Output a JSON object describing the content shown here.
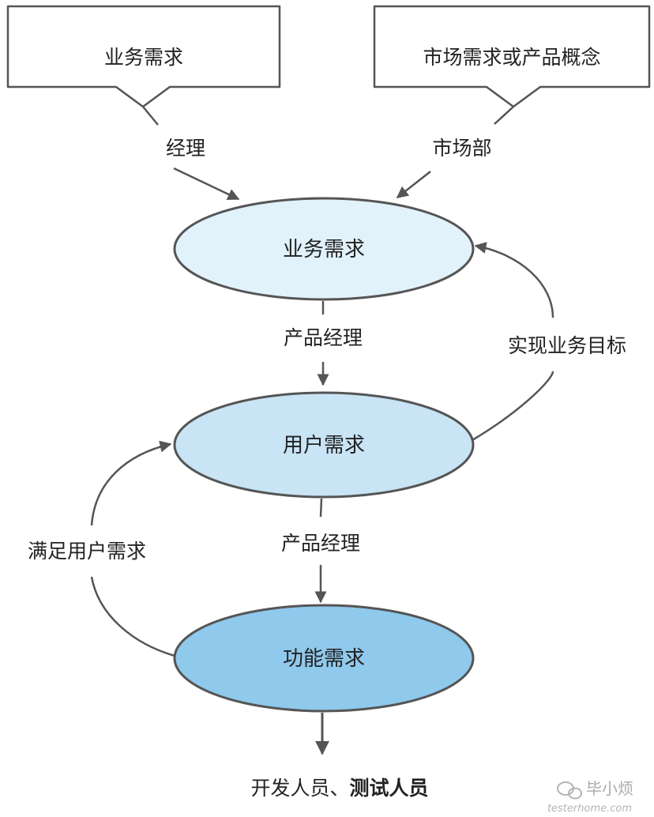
{
  "callouts": {
    "business": "业务需求",
    "market": "市场需求或产品概念"
  },
  "nodes": {
    "business": "业务需求",
    "user": "用户需求",
    "functional": "功能需求"
  },
  "edges": {
    "manager": "经理",
    "marketing_dept": "市场部",
    "pm_top": "产品经理",
    "pm_bottom": "产品经理",
    "achieve_goal": "实现业务目标",
    "satisfy_user": "满足用户需求"
  },
  "footer": {
    "developers": "开发人员、",
    "testers": "测试人员"
  },
  "watermark": {
    "name": "毕小烦",
    "site": "testerhome.com"
  },
  "colors": {
    "stroke": "#555555",
    "node_business": "#e2f2fb",
    "node_user": "#c8e4f5",
    "node_functional": "#8fc9ec"
  }
}
